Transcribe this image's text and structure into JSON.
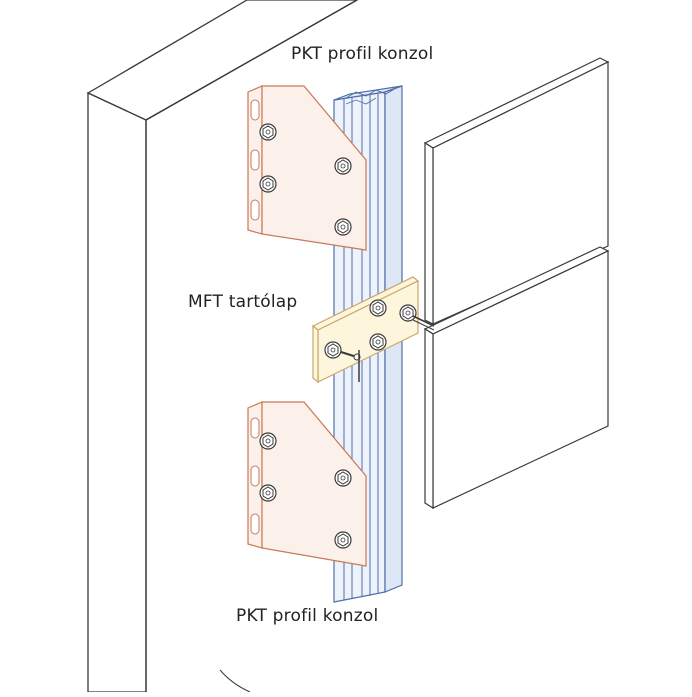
{
  "labels": {
    "top_bracket": "PKT profil konzol",
    "plate": "MFT tartólap",
    "bottom_bracket": "PKT profil konzol"
  },
  "colors": {
    "line": "#3a3a3a",
    "wall_fill": "#ffffff",
    "panel_fill": "#ffffff",
    "bracket_stroke": "#c77a55",
    "bracket_fill": "#fbf1ea",
    "profile_stroke": "#4f6fa8",
    "profile_fill": "#eef3fb",
    "plate_stroke": "#c9a86a",
    "plate_fill": "#fdf6dc"
  },
  "icons": {
    "bolt": "hex-bolt-icon"
  }
}
